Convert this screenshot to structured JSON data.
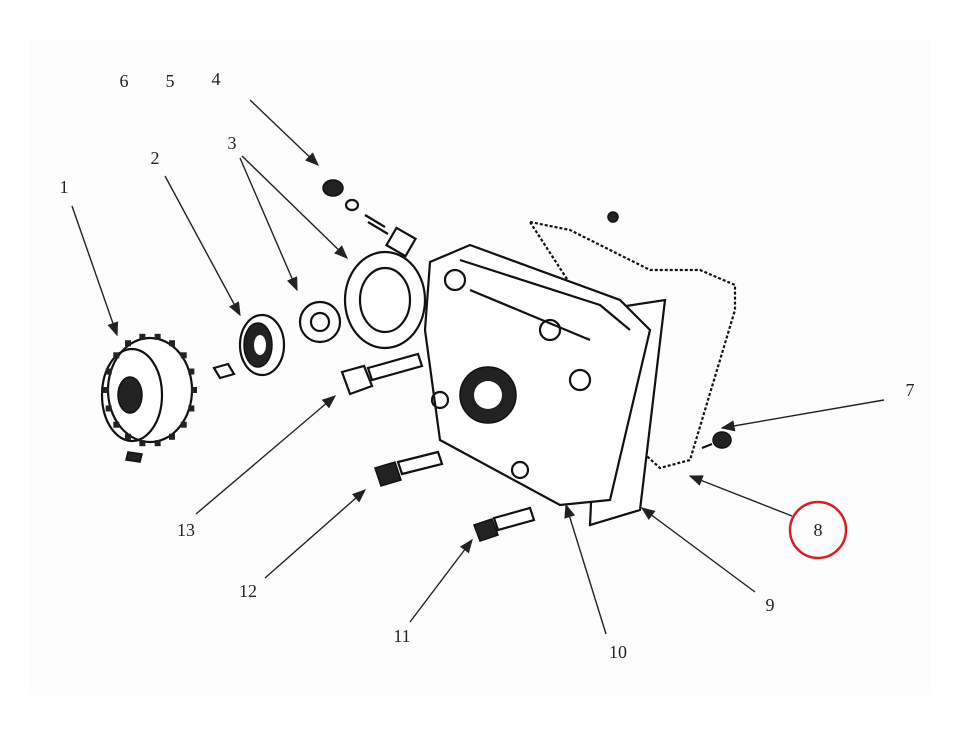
{
  "diagram": {
    "labels": {
      "l1": "1",
      "l2": "2",
      "l3": "3",
      "l4": "4",
      "l5": "5",
      "l6": "6",
      "l7": "7",
      "l8": "8",
      "l9": "9",
      "l10": "10",
      "l11": "11",
      "l12": "12",
      "l13": "13"
    },
    "highlighted_label": "8",
    "highlight_color": "#dd1c24"
  }
}
